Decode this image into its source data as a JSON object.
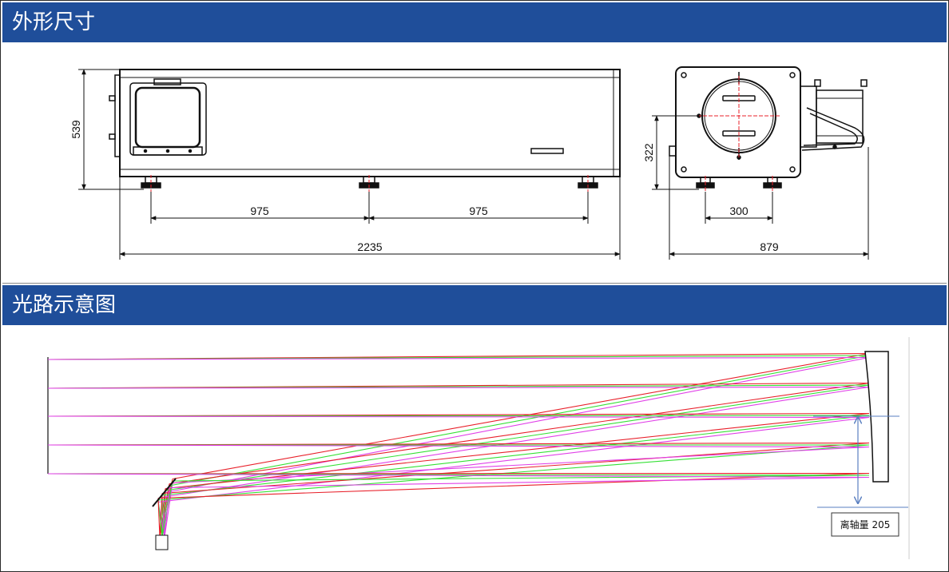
{
  "sections": {
    "dimensions_title": "外形尺寸",
    "optical_title": "光路示意图"
  },
  "dimensions": {
    "height_overall": "539",
    "foot_spacing_left": "975",
    "foot_spacing_right": "975",
    "length_overall": "2235",
    "axis_height": "322",
    "foot_spacing_end": "300",
    "width_overall": "879"
  },
  "optical": {
    "offaxis_label": "离轴量 205"
  },
  "colors": {
    "header_band": "#1f4e9a",
    "ray_red": "#e8202a",
    "ray_green": "#35e035",
    "ray_magenta": "#e040e8"
  }
}
